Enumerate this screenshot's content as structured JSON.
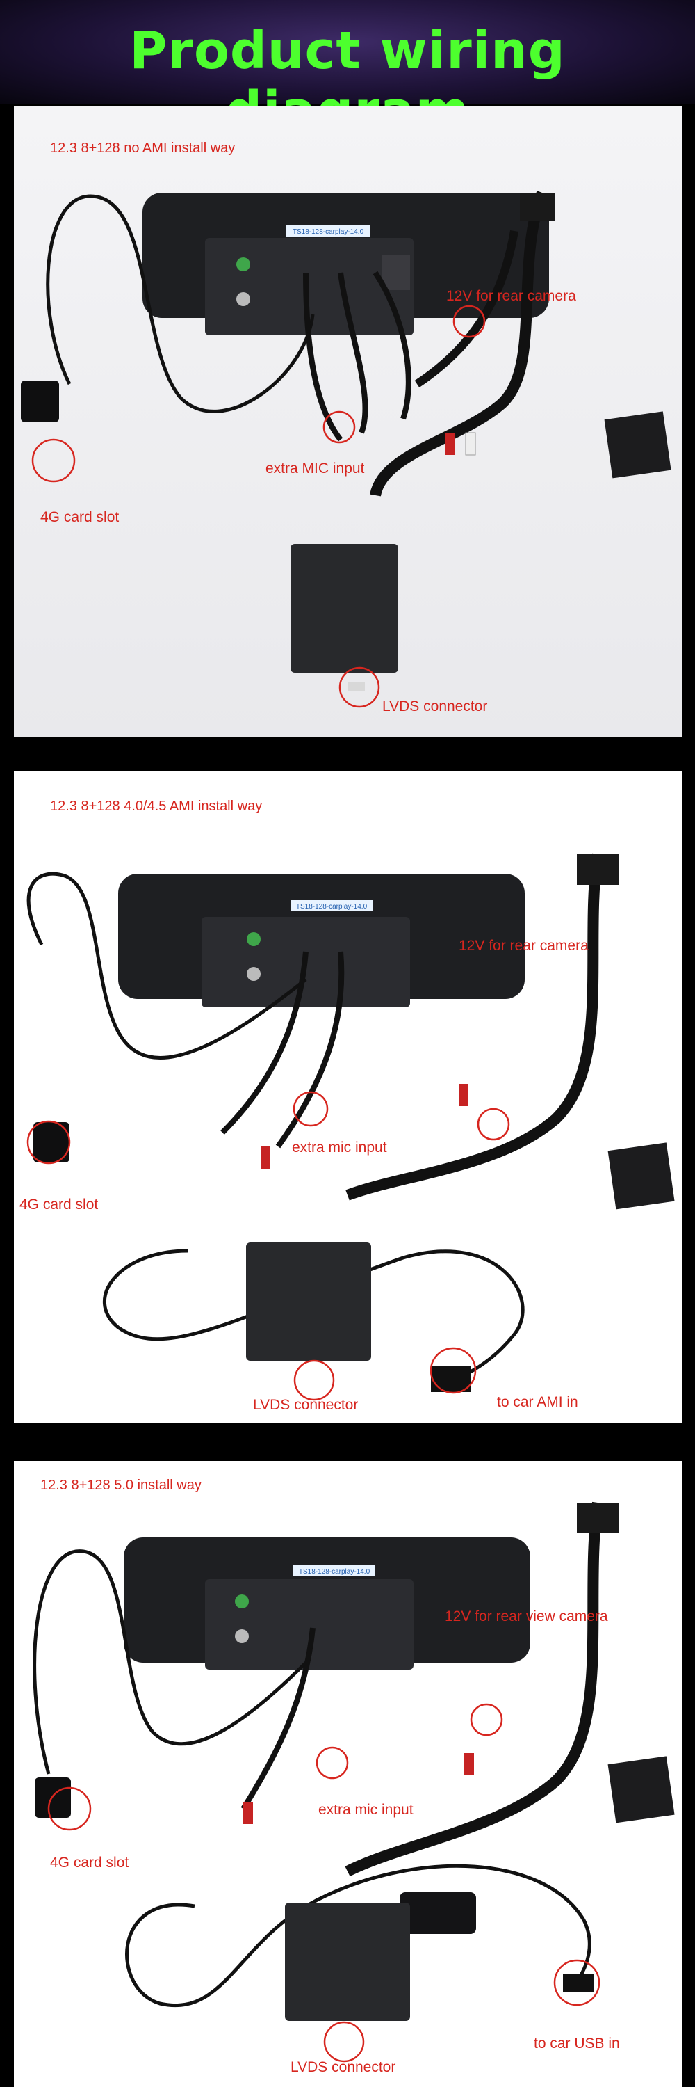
{
  "header": {
    "title": "Product wiring diagram"
  },
  "panels": [
    {
      "title": "12.3 8+128 no AMI install way",
      "labels": {
        "camera": "12V for rear camera",
        "mic": "extra MIC input",
        "card": "4G card slot",
        "lvds": "LVDS connector"
      }
    },
    {
      "title": "12.3 8+128 4.0/4.5 AMI install way",
      "labels": {
        "camera": "12V for rear camera",
        "mic": "extra mic input",
        "card": "4G card slot",
        "lvds": "LVDS connector",
        "ami": "to car AMI in"
      }
    },
    {
      "title": "12.3 8+128 5.0 install way",
      "labels": {
        "camera": "12V for rear view camera",
        "mic": "extra mic input",
        "card": "4G card slot",
        "lvds": "LVDS connector",
        "usb": "to car USB in"
      }
    }
  ],
  "sticker_text": "TS18-128-carplay-14.0",
  "colors": {
    "title_green": "#4dff2e",
    "annotation_red": "#d7261f",
    "header_bg": "#1d1236"
  }
}
